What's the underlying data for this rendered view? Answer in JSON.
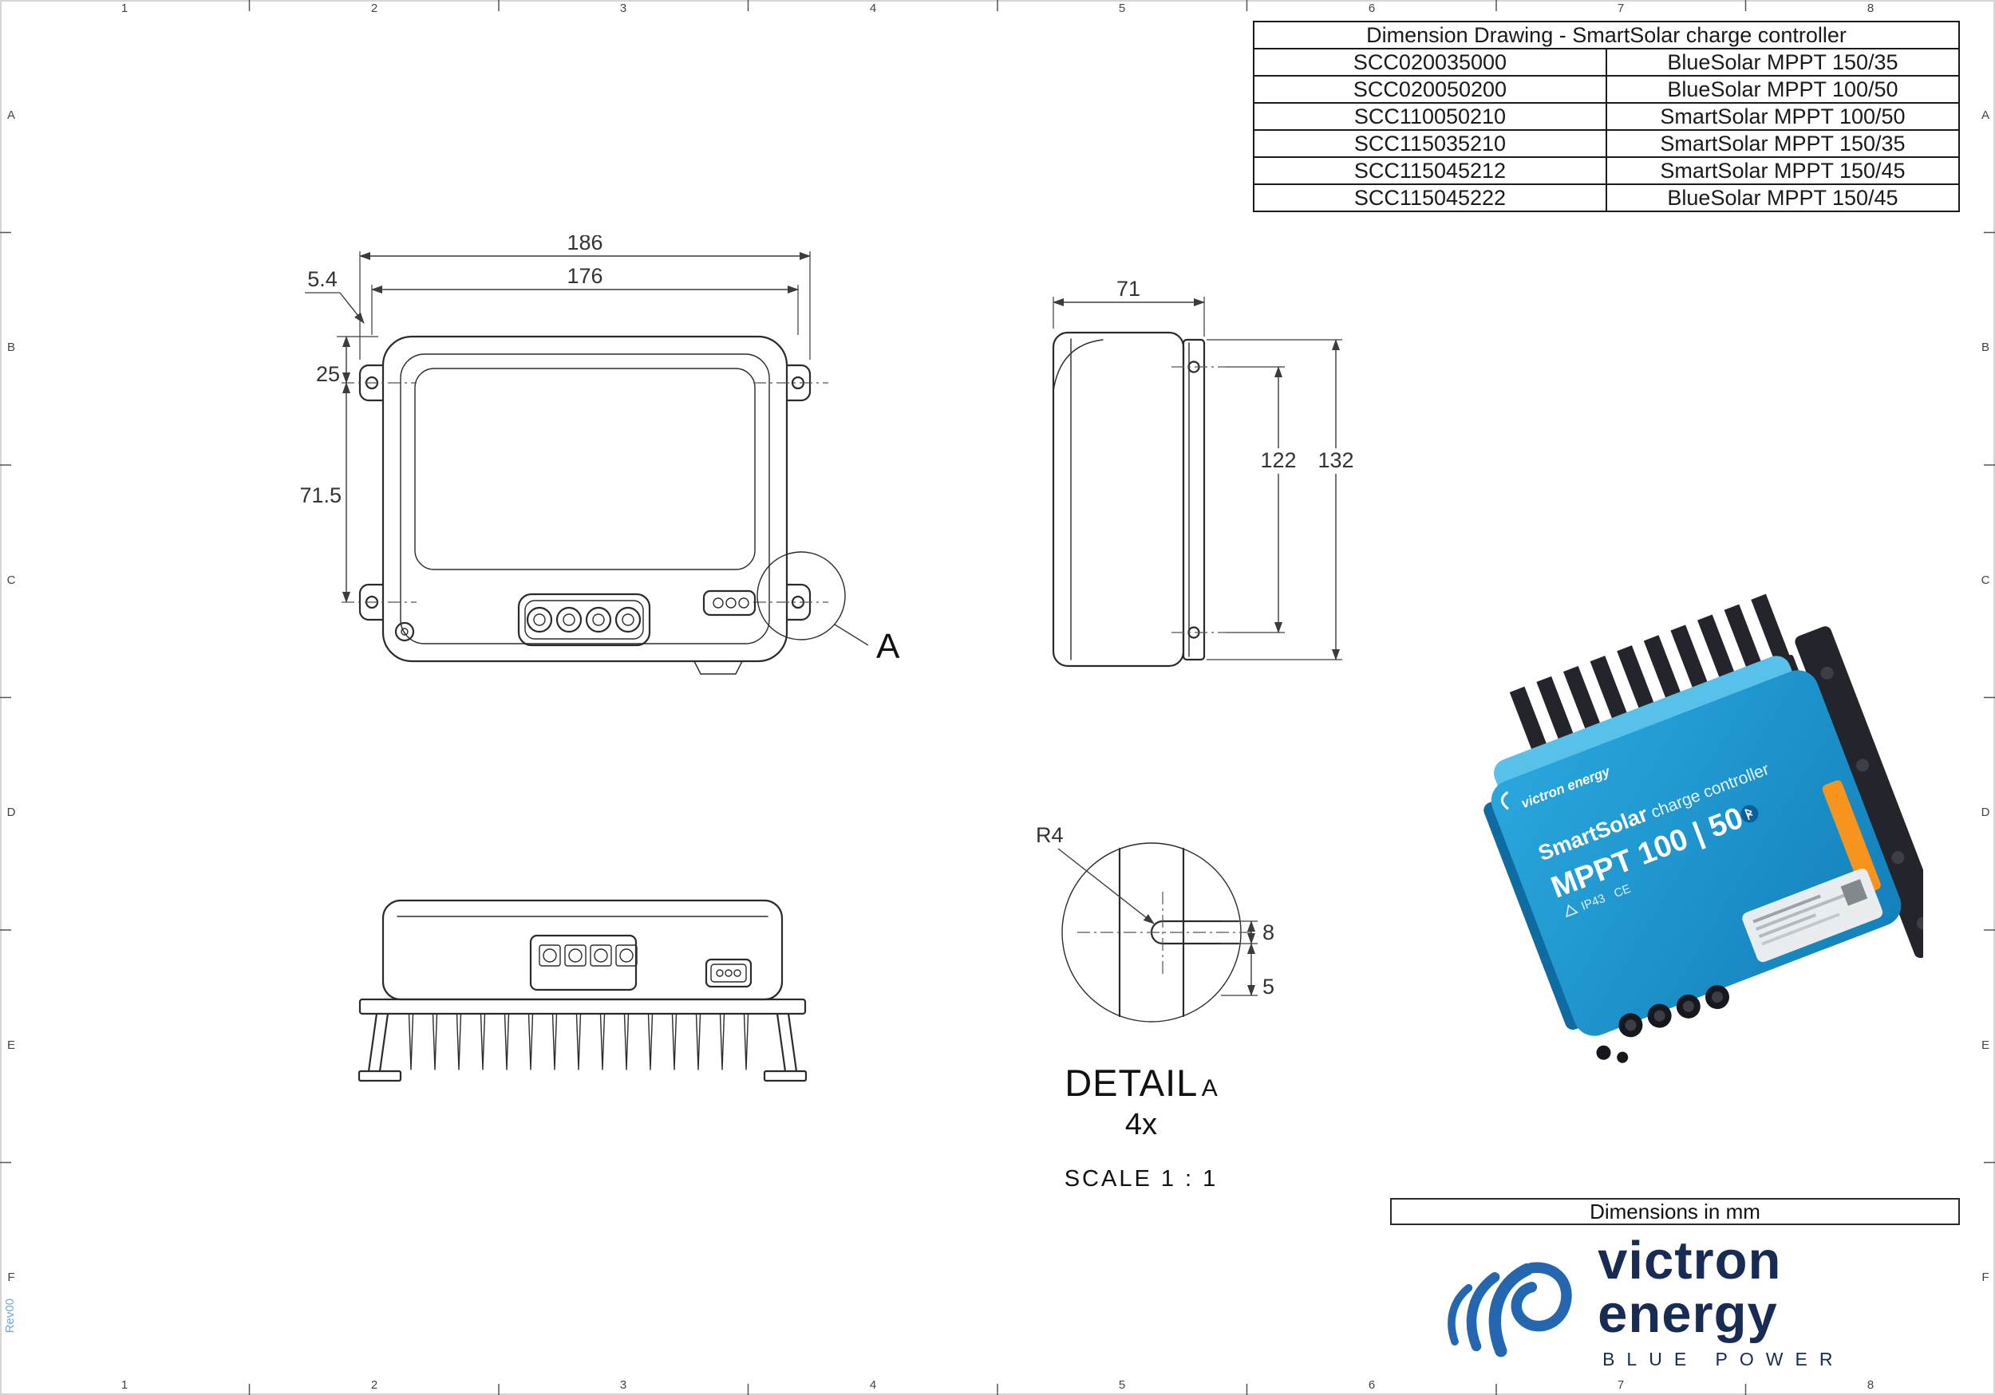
{
  "frame": {
    "columns": [
      "1",
      "2",
      "3",
      "4",
      "5",
      "6",
      "7",
      "8"
    ],
    "rows": [
      "A",
      "B",
      "C",
      "D",
      "E",
      "F"
    ],
    "rev": "Rev00"
  },
  "title_block": {
    "title": "Dimension Drawing - SmartSolar charge controller",
    "rows": [
      {
        "code": "SCC020035000",
        "name": "BlueSolar MPPT 150/35"
      },
      {
        "code": "SCC020050200",
        "name": "BlueSolar MPPT 100/50"
      },
      {
        "code": "SCC110050210",
        "name": "SmartSolar MPPT 100/50"
      },
      {
        "code": "SCC115035210",
        "name": "SmartSolar MPPT 150/35"
      },
      {
        "code": "SCC115045212",
        "name": "SmartSolar MPPT 150/45"
      },
      {
        "code": "SCC115045222",
        "name": "BlueSolar MPPT 150/45"
      }
    ]
  },
  "front_view": {
    "dim_overall_width": "186",
    "dim_body_width": "176",
    "dim_flange_offset": "5.4",
    "dim_hole_top": "25",
    "dim_hole_span": "71.5"
  },
  "side_view": {
    "dim_depth": "71",
    "dim_hole_span": "122",
    "dim_overall_height": "132"
  },
  "detail_view": {
    "radius": "R4",
    "dim_slot_width": "8",
    "dim_slot_depth": "5",
    "title": "DETAIL",
    "marker": "A",
    "quantity": "4x",
    "scale": "SCALE 1 : 1"
  },
  "product": {
    "brand": "victron energy",
    "line_product": "SmartSolar",
    "line_suffix": " charge controller",
    "model": "MPPT 100 | 50",
    "cert": "IP43",
    "ce": "CE"
  },
  "footer": {
    "note": "Dimensions in mm",
    "brand": "victron energy",
    "tagline": "BLUE POWER"
  }
}
